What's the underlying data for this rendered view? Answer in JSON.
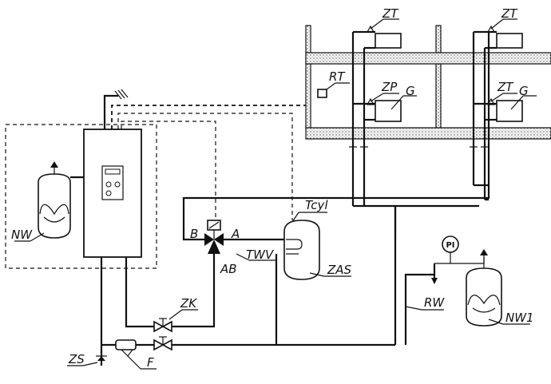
{
  "labels": {
    "zt_top_left": "ZT",
    "zt_top_right": "ZT",
    "rt": "RT",
    "zp": "ZP",
    "g_mid_left": "G",
    "zt_mid_right": "ZT",
    "g_mid_right": "G",
    "tcyl": "Tcyl",
    "nw": "NW",
    "b": "B",
    "a": "A",
    "ab": "AB",
    "twv": "TWV",
    "zas": "ZAS",
    "pi": "PI",
    "rw": "RW",
    "nw1": "NW1",
    "zk": "ZK",
    "zs": "ZS",
    "f": "F"
  }
}
